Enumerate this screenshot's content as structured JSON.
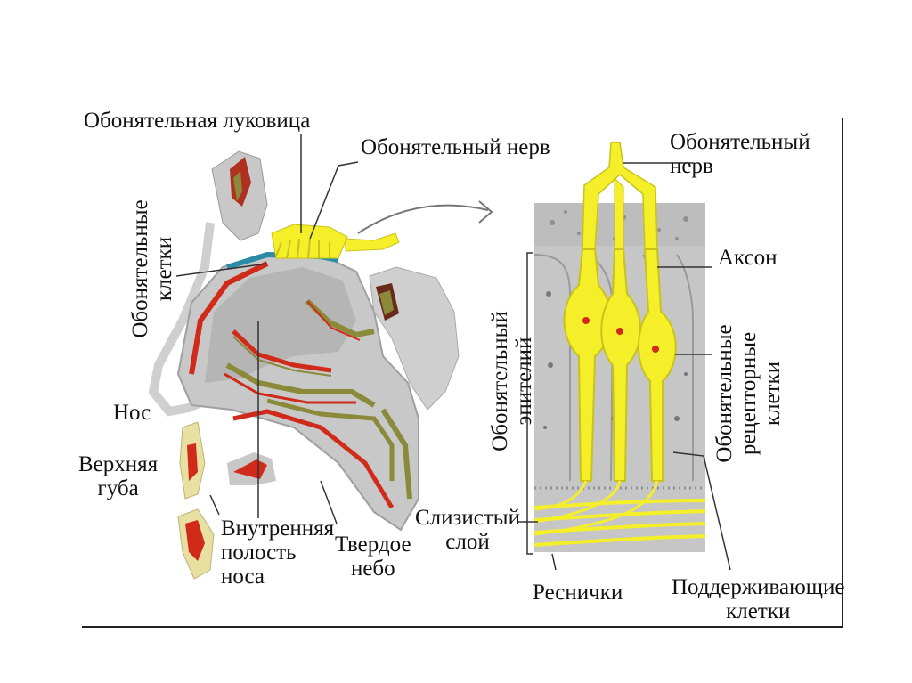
{
  "labels": {
    "olfactory_bulb": "Обонятельная луковица",
    "olfactory_nerve_left": "Обонятельный нерв",
    "olfactory_cells": "Обонятельные\nклетки",
    "nose": "Нос",
    "upper_lip": "Верхняя\nгуба",
    "nasal_cavity": "Внутренняя\nполость\nноса",
    "hard_palate": "Твердое\nнебо",
    "mucous_layer": "Слизистый\nслой",
    "cilia": "Реснички",
    "olfactory_nerve_right": "Обонятельный\nнерв",
    "axon": "Аксон",
    "olfactory_epithelium": "Обонятельный\nэпителий",
    "olfactory_receptor_cells": "Обонятельные\nрецепторные\nклетки",
    "supporting_cells": "Поддерживающие\nклетки"
  },
  "colors": {
    "bone": "#c8c8c8",
    "tissue": "#a9a9a9",
    "nerve": "#f5ef2a",
    "blood": "#d02a1a",
    "olive": "#8a8a3a",
    "mucosa": "#2a8aa8"
  }
}
